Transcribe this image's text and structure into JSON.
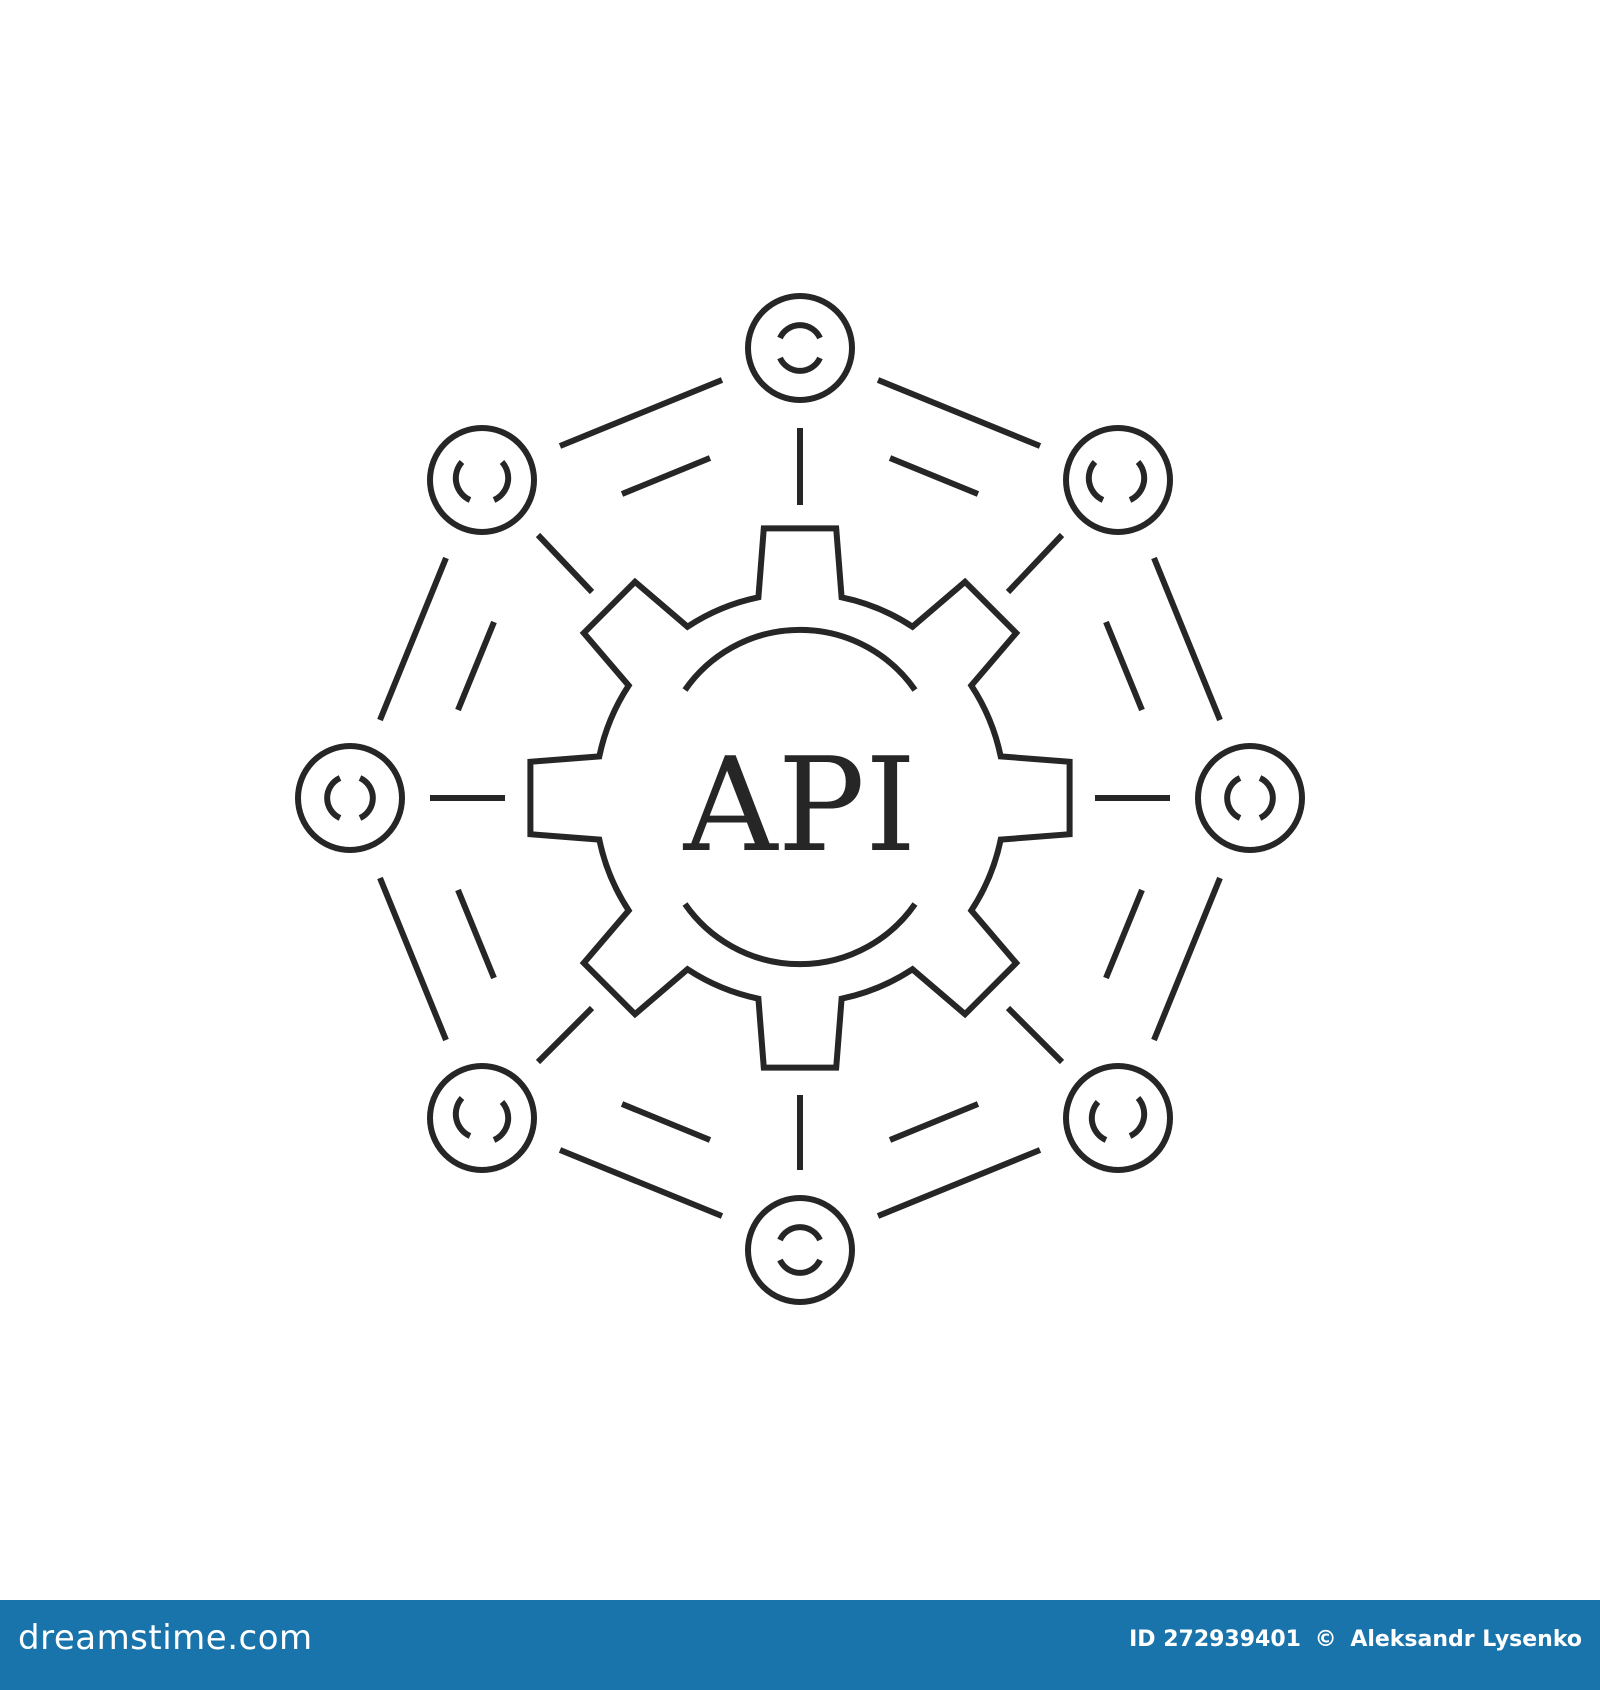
{
  "icon": {
    "name": "api-network-icon",
    "center_label": "API",
    "stroke_color": "#262626"
  },
  "footer": {
    "logo_text": "dreamstime.com",
    "id_text": "ID 272939401",
    "copyright_symbol": "©",
    "author": "Aleksandr Lysenko",
    "background_color": "#1a74ac"
  },
  "background_color": "#ffffff"
}
